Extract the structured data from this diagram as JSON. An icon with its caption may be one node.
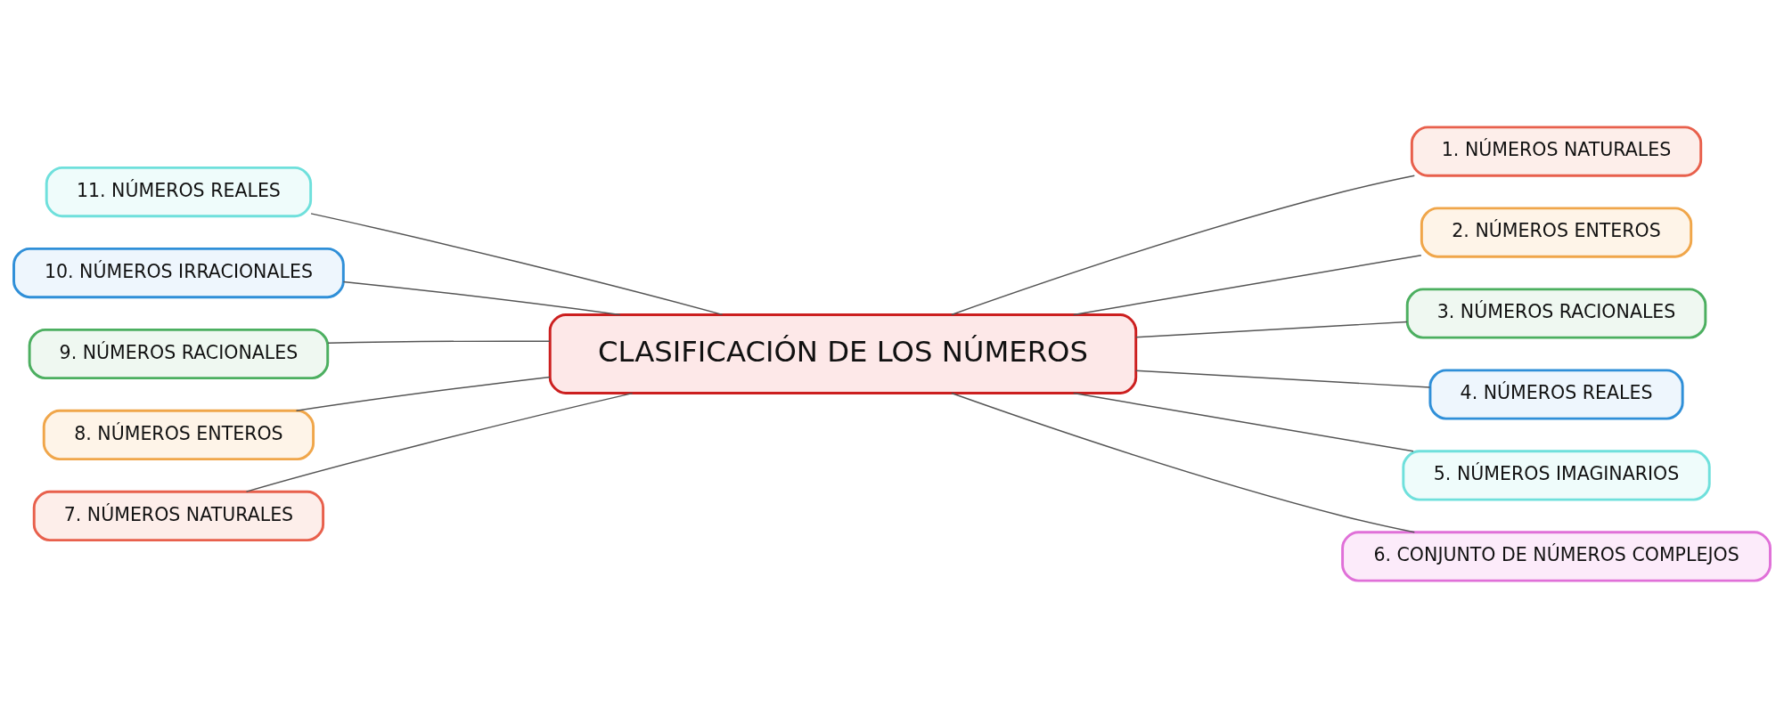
{
  "diagram": {
    "nodes": [
      {
        "text": [
          "CLASIFICACIÓN DE LOS NÚMEROS"
        ]
      },
      {
        "text": [
          "1. NÚMEROS NATURALES"
        ]
      },
      {
        "text": [
          "2. NÚMEROS ENTEROS"
        ]
      },
      {
        "text": [
          "3. NÚMEROS RACIONALES"
        ]
      },
      {
        "text": [
          "4. NÚMEROS REALES"
        ]
      },
      {
        "text": [
          "5. NÚMEROS IMAGINARIOS"
        ]
      },
      {
        "text": [
          "6. CONJUNTO DE NÚMEROS COMPLEJOS"
        ]
      },
      {
        "text": [
          "7. NÚMEROS NATURALES"
        ]
      },
      {
        "text": [
          "8. NÚMEROS ENTEROS"
        ]
      },
      {
        "text": [
          "9. NÚMEROS RACIONALES"
        ]
      },
      {
        "text": [
          "10. NÚMEROS IRRACIONALES"
        ]
      },
      {
        "text": [
          "11. NÚMEROS REALES"
        ]
      }
    ],
    "edges": [
      {
        "from": 0,
        "to": 1,
        "arrow": "none"
      },
      {
        "from": 0,
        "to": 2,
        "arrow": "none"
      },
      {
        "from": 0,
        "to": 3,
        "arrow": "none"
      },
      {
        "from": 0,
        "to": 4,
        "arrow": "none"
      },
      {
        "from": 0,
        "to": 5,
        "arrow": "none"
      },
      {
        "from": 0,
        "to": 6,
        "arrow": "none"
      },
      {
        "from": 0,
        "to": 7,
        "arrow": "none"
      },
      {
        "from": 0,
        "to": 8,
        "arrow": "none"
      },
      {
        "from": 0,
        "to": 9,
        "arrow": "none"
      },
      {
        "from": 0,
        "to": 10,
        "arrow": "none"
      },
      {
        "from": 0,
        "to": 11,
        "arrow": "none"
      }
    ]
  }
}
